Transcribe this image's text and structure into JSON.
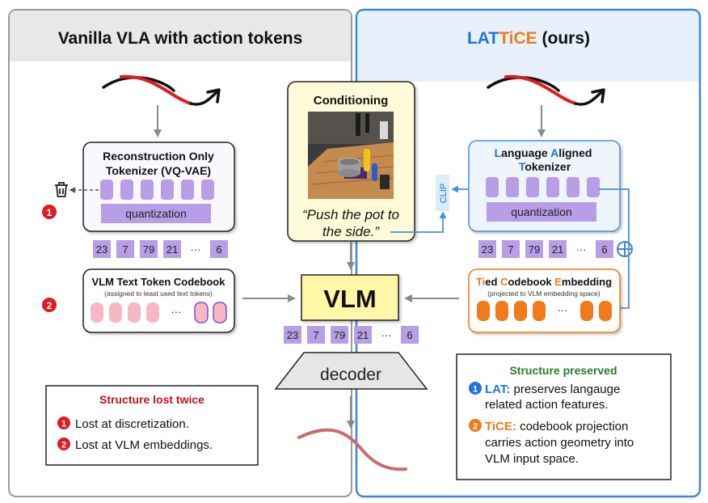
{
  "left_panel": {
    "title": "Vanilla VLA with action tokens",
    "tokenizer": {
      "title_line1": "Reconstruction Only",
      "title_line2": "Tokenizer (VQ-VAE)",
      "quantization_label": "quantization"
    },
    "marker_1": "1",
    "marker_2": "2",
    "codebook": {
      "title": "VLM Text Token Codebook",
      "subtitle": "(assigned to least used text tokens)",
      "ellipsis": "···"
    },
    "structure_lost": {
      "title": "Structure lost twice",
      "item1_num": "1",
      "item1": "Lost at discretization.",
      "item2_num": "2",
      "item2": "Lost at VLM embeddings."
    }
  },
  "center": {
    "conditioning_title": "Conditioning",
    "instruction_line1": "“Push the pot to",
    "instruction_line2": "the side.”",
    "vlm_label": "VLM",
    "decoder_label": "decoder"
  },
  "tokens_left": [
    "23",
    "7",
    "79",
    "21",
    "···",
    "6"
  ],
  "tokens_center": [
    "23",
    "7",
    "79",
    "21",
    "···",
    "6"
  ],
  "tokens_right": [
    "23",
    "7",
    "79",
    "21",
    "···",
    "6"
  ],
  "right_panel": {
    "title_part1": "LAT",
    "title_part2": "TiCE",
    "title_part3": " (ours)",
    "clip_label": "CLIP",
    "plus_symbol": "⊕",
    "tokenizer": {
      "l1_a": "L",
      "l1_b": "anguage ",
      "l1_c": "A",
      "l1_d": "ligned",
      "l2_a": "T",
      "l2_b": "okenizer",
      "quantization_label": "quantization"
    },
    "tied": {
      "t1": "Ti",
      "t2": "ed ",
      "t3": "C",
      "t4": "odebook ",
      "t5": "E",
      "t6": "mbedding",
      "subtitle": "(projected to VLM embedding space)",
      "ellipsis": "···"
    },
    "structure_preserved": {
      "title": "Structure preserved",
      "item1_num": "1",
      "item1_key": "LAT:",
      "item1_line1": " preserves langauge",
      "item1_line2": "related action features.",
      "item2_num": "2",
      "item2_key": "TiCE:",
      "item2_line1": " codebook projection",
      "item2_line2": "carries action geometry into",
      "item2_line3": "VLM input space."
    }
  },
  "colors": {
    "lat_blue": "#1e73d9",
    "tice_orange": "#ef7b1a",
    "marker_red": "#e01b22",
    "token_purple": "#b79ee6",
    "token_pink": "#f7b8c4",
    "vlm_yellow": "#fff7a8",
    "left_border": "#9a9a9a",
    "right_border": "#3f86d4"
  }
}
